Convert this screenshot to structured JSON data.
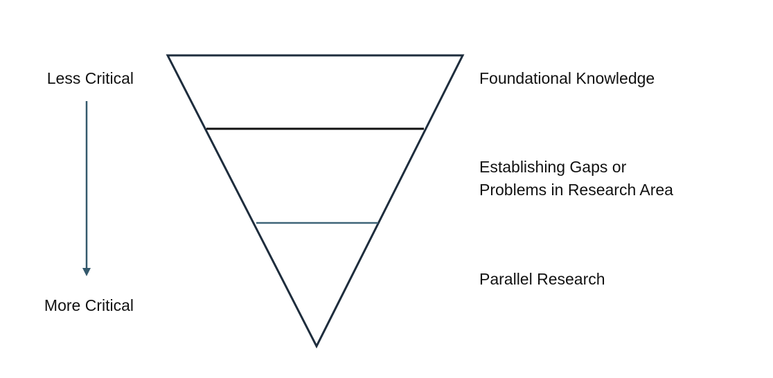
{
  "scale": {
    "top_label": "Less Critical",
    "bottom_label": "More Critical"
  },
  "funnel": {
    "layers": [
      {
        "lines": [
          "Foundational Knowledge"
        ]
      },
      {
        "lines": [
          "Establishing Gaps or",
          "Problems in Research Area"
        ]
      },
      {
        "lines": [
          "Parallel Research"
        ]
      }
    ]
  },
  "colors": {
    "outline": "#1e2d3d",
    "divider_top": "#111111",
    "divider_bottom": "#3e6478",
    "arrow": "#34596c",
    "text": "#111111"
  }
}
